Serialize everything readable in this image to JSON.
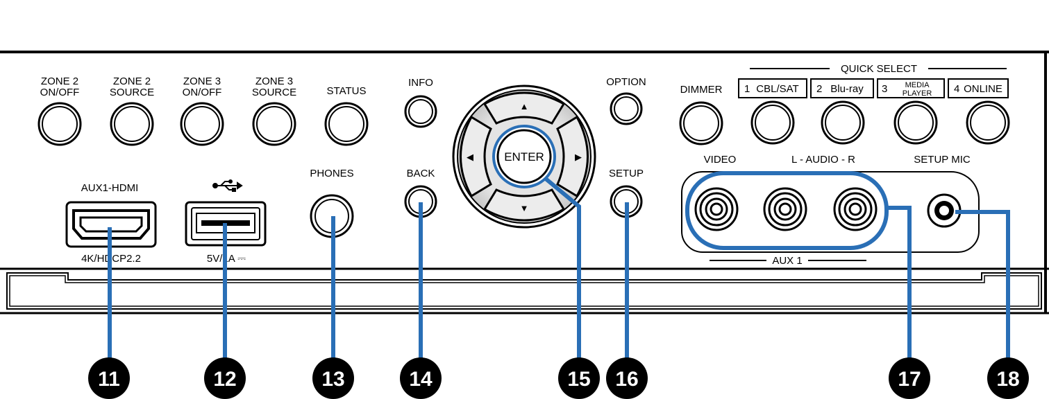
{
  "buttons": {
    "zone2_onoff": [
      "ZONE 2",
      "ON/OFF"
    ],
    "zone2_source": [
      "ZONE 2",
      "SOURCE"
    ],
    "zone3_onoff": [
      "ZONE 3",
      "ON/OFF"
    ],
    "zone3_source": [
      "ZONE 3",
      "SOURCE"
    ],
    "status": "STATUS",
    "info": "INFO",
    "option": "OPTION",
    "dimmer": "DIMMER",
    "back": "BACK",
    "setup": "SETUP",
    "enter": "ENTER",
    "phones": "PHONES"
  },
  "cursor_arrows": {
    "up": "▲",
    "down": "▼",
    "left": "◀",
    "right": "▶"
  },
  "quick_select": {
    "title": "QUICK SELECT",
    "keys": [
      {
        "num": "1",
        "label": "CBL/SAT"
      },
      {
        "num": "2",
        "label": "Blu-ray"
      },
      {
        "num": "3",
        "label_line1": "MEDIA",
        "label_line2": "PLAYER"
      },
      {
        "num": "4",
        "label": "ONLINE"
      }
    ]
  },
  "ports": {
    "hdmi_label": "AUX1-HDMI",
    "hdmi_sub": "4K/HDCP2.2",
    "usb_icon": "usb-icon",
    "usb_sub": "5V/1A ⎓",
    "video": "VIDEO",
    "audio": "L - AUDIO - R",
    "setup_mic": "SETUP MIC",
    "aux_group": "AUX 1"
  },
  "callouts": [
    "11",
    "12",
    "13",
    "14",
    "15",
    "16",
    "17",
    "18"
  ],
  "colors": {
    "callout_blue": "#2a6fb6",
    "panel_line": "#000000",
    "pad_gray": "#d8d8d8"
  }
}
